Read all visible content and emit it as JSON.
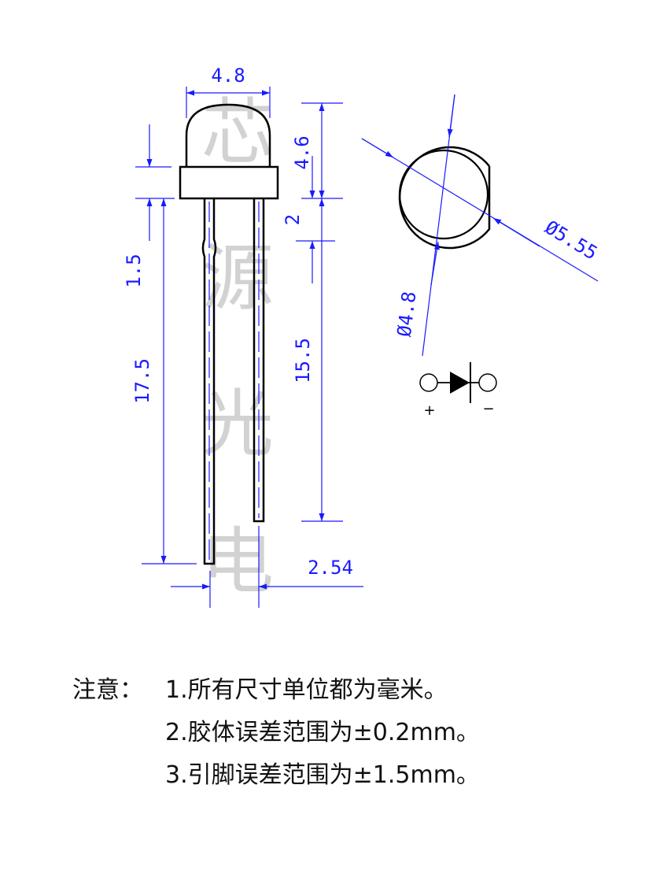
{
  "watermark": [
    "芯",
    "源",
    "光",
    "电"
  ],
  "dimensions": {
    "head_width": "4.8",
    "dome_height": "4.6",
    "flange": "2",
    "stem_top": "1.5",
    "long_lead": "17.5",
    "short_lead": "15.5",
    "pitch": "2.54",
    "outer_dia": "Ø5.55",
    "inner_dia": "Ø4.8"
  },
  "polarity": {
    "anode": "+",
    "cathode": "−"
  },
  "notes": {
    "heading": "注意：",
    "items": [
      "1.所有尺寸单位都为毫米。",
      "2.胶体误差范围为±0.2mm。",
      "3.引脚误差范围为±1.5mm。"
    ]
  },
  "colors": {
    "dimension": "#1a1aff",
    "outline": "#000000",
    "watermark": "#d2d2d2"
  }
}
